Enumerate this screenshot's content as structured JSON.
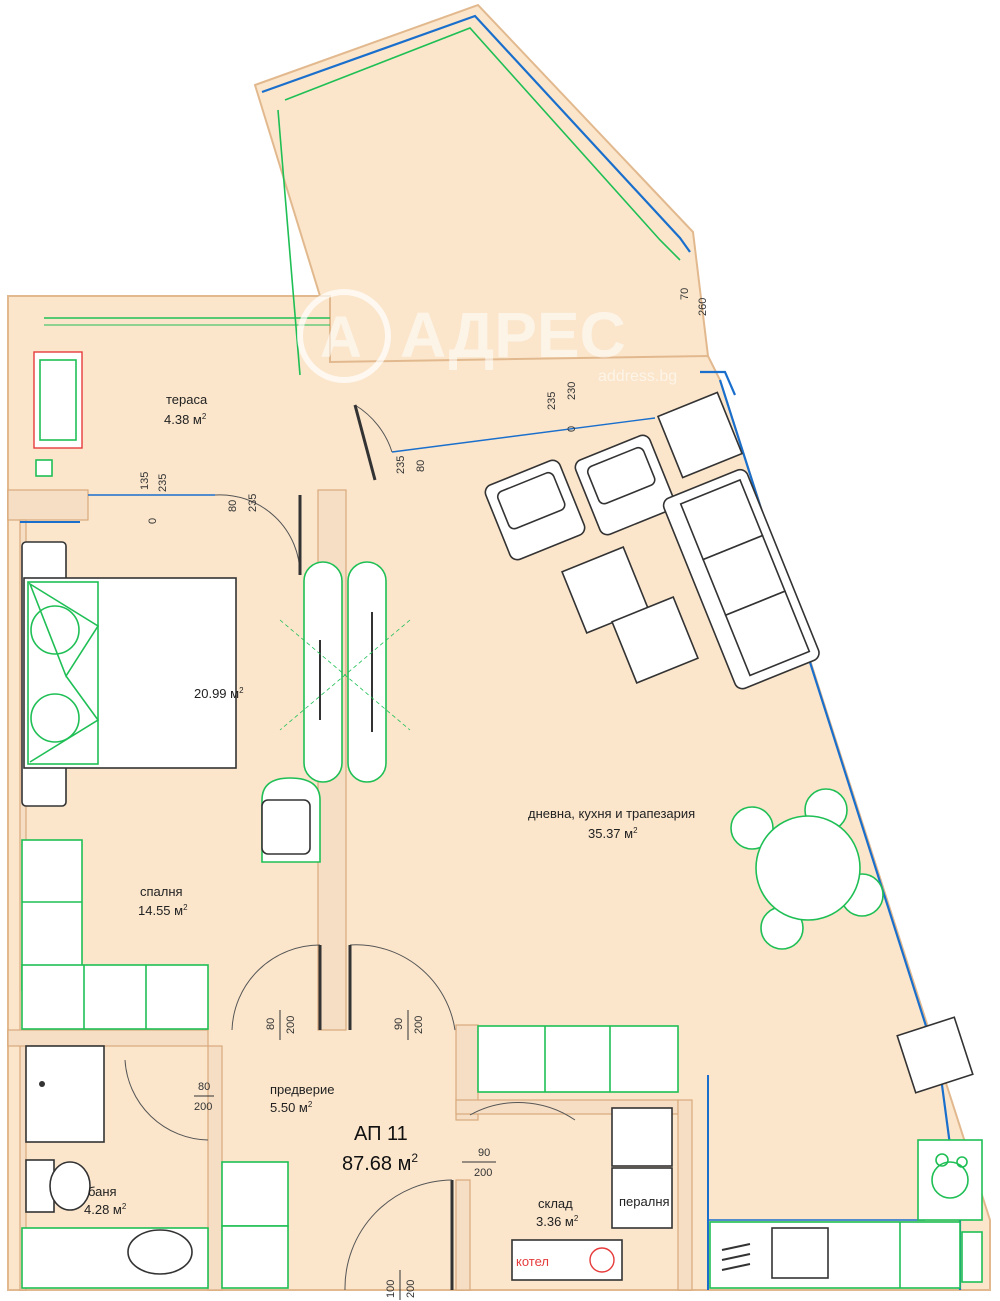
{
  "apartment": {
    "name": "АП 11",
    "area": "87.68 м",
    "area_sup": "2"
  },
  "rooms": {
    "terrace_upper_area": {
      "area": "20.99 м",
      "sup": "2"
    },
    "terrace": {
      "label": "тераса",
      "area": "4.38 м",
      "sup": "2"
    },
    "bedroom": {
      "label": "спалня",
      "area": "14.55 м",
      "sup": "2"
    },
    "living": {
      "label": "дневна, кухня и трапезария",
      "area": "35.37 м",
      "sup": "2"
    },
    "hall": {
      "label": "предверие",
      "area": "5.50 м",
      "sup": "2"
    },
    "bathroom": {
      "label": "баня",
      "area": "4.28 м",
      "sup": "2"
    },
    "storage": {
      "label": "склад",
      "area": "3.36 м",
      "sup": "2"
    }
  },
  "appliances": {
    "laundry": "пералня",
    "boiler": "котел"
  },
  "dimensions": {
    "d1": "70",
    "d2": "260",
    "d3": "230",
    "d4": "235",
    "d5": "0",
    "d6": "80",
    "d7": "235",
    "d8": "135",
    "d9": "235",
    "d10": "0",
    "d11": "80",
    "d12": "235",
    "hall_left_w": "80",
    "hall_left_h": "200",
    "bed_door_w": "80",
    "bed_door_h": "200",
    "liv_door_w": "90",
    "liv_door_h": "200",
    "stor_door_w": "90",
    "stor_door_h": "200",
    "entry_w": "100",
    "entry_h": "200"
  },
  "watermark": {
    "brand": "АДРЕС",
    "url": "address.bg"
  },
  "colors": {
    "floor": "#fbe6cc",
    "wall": "#f6dec4",
    "accent_green": "#1fbf55",
    "accent_blue": "#1a6fcc"
  }
}
